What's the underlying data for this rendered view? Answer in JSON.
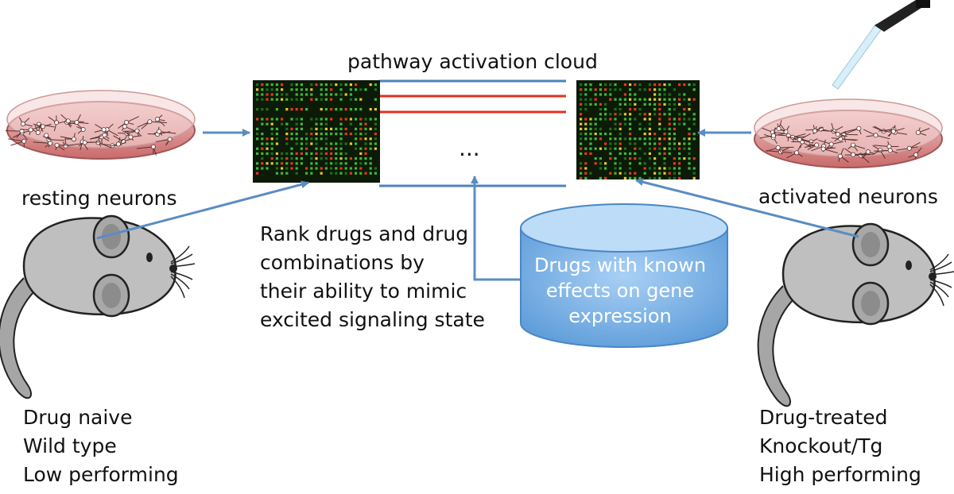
{
  "title": "pathway activation cloud",
  "left": {
    "dish_label": "resting neurons",
    "mouse_lines": [
      "Drug naive",
      "Wild type",
      "Low performing"
    ]
  },
  "right": {
    "dish_label": "activated neurons",
    "mouse_lines": [
      "Drug-treated",
      "Knockout/Tg",
      "High performing"
    ]
  },
  "center_text": [
    "Rank drugs and drug",
    "combinations by",
    "their ability to mimic",
    "excited signaling state"
  ],
  "ellipsis": "...",
  "database": {
    "lines": [
      "Drugs with known",
      "effects on gene",
      "expression"
    ]
  },
  "colors": {
    "arrow": "#5b8cc3",
    "blue_line": "#4f81bd",
    "red_line": "#e03020",
    "dish": "#d97a7a",
    "mouse_body": "#bfbfbf",
    "database": "#7db4e6",
    "microarray_bg": "#0c1a08"
  }
}
